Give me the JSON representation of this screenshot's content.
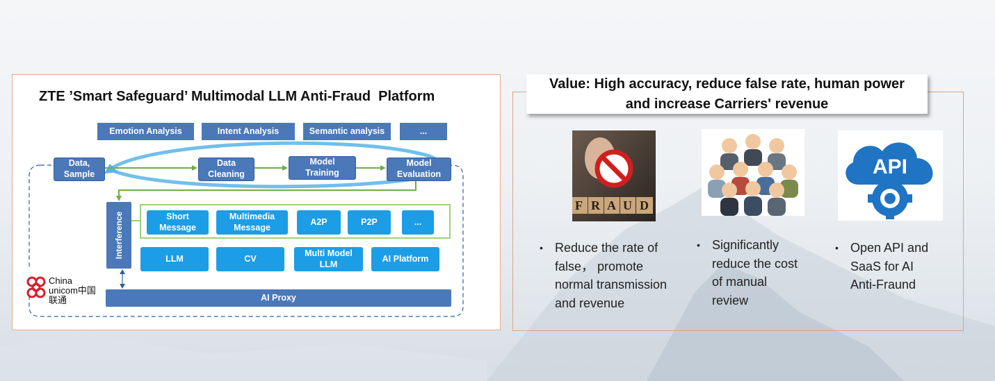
{
  "left_panel": {
    "title": "ZTE ’Smart Safeguard’ Multimodal LLM Anti-Fraud  Platform",
    "analysis_boxes": [
      "Emotion Analysis",
      "Intent Analysis",
      "Semantic analysis",
      "..."
    ],
    "pipeline": [
      {
        "line1": "Data,",
        "line2": "Sample"
      },
      {
        "line1": "Data",
        "line2": "Cleaning"
      },
      {
        "line1": "Model",
        "line2": "Training"
      },
      {
        "line1": "Model",
        "line2": "Evaluation"
      }
    ],
    "interference_label": "Interference",
    "top_row": [
      {
        "line1": "Short",
        "line2": "Message"
      },
      {
        "line1": "Multimedia",
        "line2": "Message"
      },
      {
        "line1": "A2P",
        "line2": ""
      },
      {
        "line1": "P2P",
        "line2": ""
      },
      {
        "line1": "...",
        "line2": ""
      }
    ],
    "bottom_row": [
      {
        "line1": "LLM",
        "line2": ""
      },
      {
        "line1": "CV",
        "line2": ""
      },
      {
        "line1": "Multi Model",
        "line2": "LLM"
      },
      {
        "line1": "AI Platform",
        "line2": ""
      }
    ],
    "proxy_label": "AI Proxy",
    "logo": {
      "line1": "China",
      "line2": "unicom中国联通",
      "color": "#d4202b"
    }
  },
  "right_panel": {
    "value_title_line1": "Value: High accuracy, reduce false rate, human power",
    "value_title_line2": "and increase Carriers' revenue",
    "cards": [
      {
        "icon": "fraud-block-image",
        "lines": [
          "Reduce the rate of",
          "false，  promote",
          "normal transmission",
          "and revenue"
        ]
      },
      {
        "icon": "team-people-image",
        "lines": [
          "Significantly",
          "reduce the cost",
          "of manual",
          "review"
        ]
      },
      {
        "icon": "api-cloud-icon",
        "image_text": "API",
        "lines": [
          "Open API and",
          "SaaS for AI",
          "Anti-Fraund"
        ]
      }
    ]
  },
  "colors": {
    "dark_box": "#4a78b9",
    "cyan_box": "#1b9ee6",
    "green_arrow": "#70ad47",
    "panel_border": "#e5a98a",
    "api_blue": "#1f74c4"
  }
}
